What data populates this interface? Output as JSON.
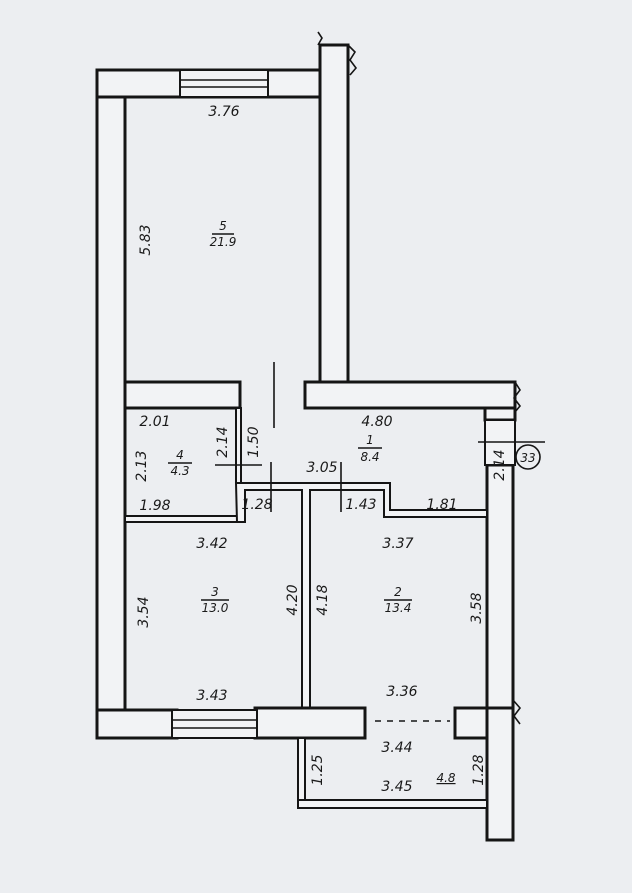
{
  "rooms": [
    {
      "number": "5",
      "area": "21.9"
    },
    {
      "number": "1",
      "area": "8.4"
    },
    {
      "number": "4",
      "area": "4.3"
    },
    {
      "number": "3",
      "area": "13.0"
    },
    {
      "number": "2",
      "area": "13.4"
    }
  ],
  "balcony_area": "4.8",
  "axis_marker": "33",
  "dimensions": {
    "r5_width": "3.76",
    "r5_length": "5.83",
    "r4_top": "2.01",
    "r4_left": "2.13",
    "r4_right": "2.14",
    "r4_bottom": "1.98",
    "hall_top": "4.80",
    "hall_door": "1.50",
    "hall_mid": "3.05",
    "hall_right": "2.14",
    "hall_left_bottom": "1.28",
    "hall_right_bottom1": "1.43",
    "hall_right_bottom2": "1.81",
    "r3_top": "3.42",
    "r3_left": "3.54",
    "r3_right": "4.20",
    "r3_bottom": "3.43",
    "r2_top": "3.37",
    "r2_left": "4.18",
    "r2_right": "3.58",
    "r2_bottom": "3.36",
    "balcony_top": "3.44",
    "balcony_left": "1.25",
    "balcony_bottom": "3.45",
    "balcony_right": "1.28"
  }
}
